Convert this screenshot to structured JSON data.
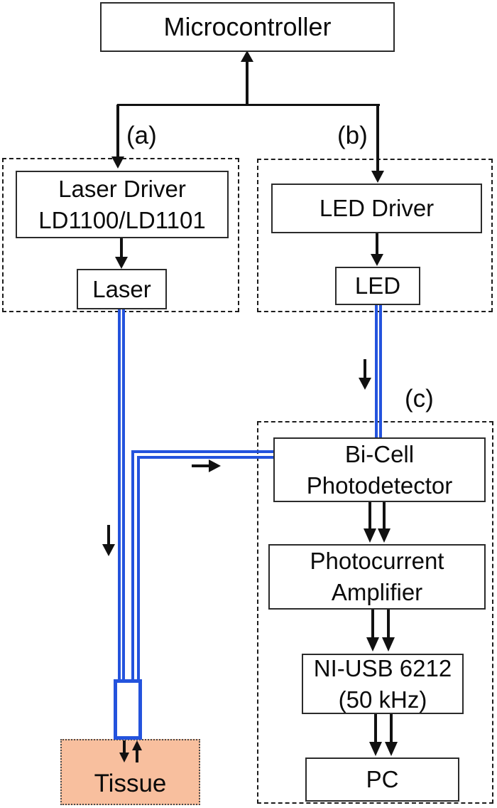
{
  "figure": {
    "panel_labels": {
      "a": "(a)",
      "b": "(b)",
      "c": "(c)"
    },
    "blocks": {
      "microcontroller": {
        "label": "Microcontroller"
      },
      "laser_driver": {
        "line1": "Laser Driver",
        "line2": "LD1100/LD1101"
      },
      "laser": {
        "label": "Laser"
      },
      "led_driver": {
        "label": "LED Driver"
      },
      "led": {
        "label": "LED"
      },
      "bicell_photodetector": {
        "line1": "Bi-Cell",
        "line2": "Photodetector"
      },
      "photocurrent_amplifier": {
        "line1": "Photocurrent",
        "line2": "Amplifier"
      },
      "daq": {
        "line1": "NI-USB 6212",
        "line2": "(50 kHz)"
      },
      "pc": {
        "label": "PC"
      },
      "tissue": {
        "label": "Tissue"
      }
    },
    "colors": {
      "fiber_blue": "#2453dd",
      "tissue_fill": "#f8bf9e",
      "ink": "#111111"
    }
  }
}
